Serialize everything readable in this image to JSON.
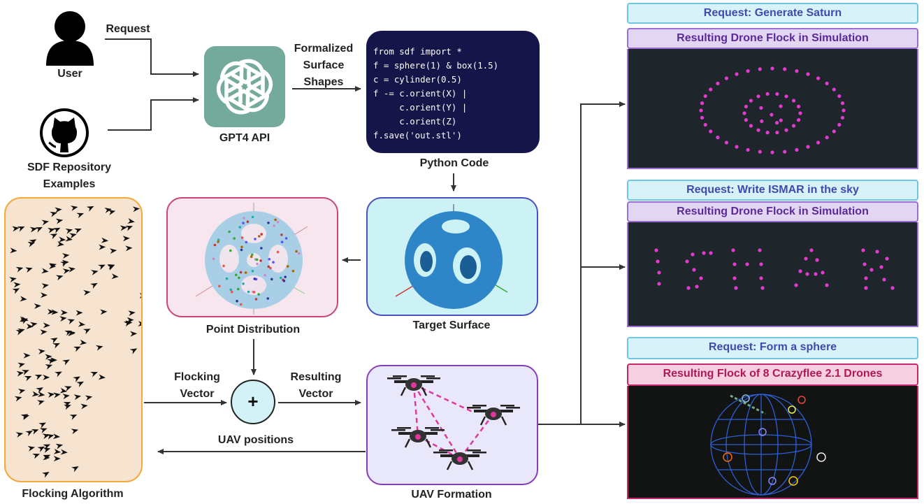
{
  "labels": {
    "request": "Request",
    "user": "User",
    "sdf_repo": "SDF Repository Examples",
    "gpt4": "GPT4 API",
    "formalized": "Formalized Surface Shapes",
    "python_code": "Python Code",
    "target_surface": "Target Surface",
    "point_distribution": "Point Distribution",
    "flocking_vector": "Flocking Vector",
    "resulting_vector": "Resulting Vector",
    "uav_positions": "UAV positions",
    "uav_formation": "UAV Formation",
    "flocking_algorithm": "Flocking Algorithm",
    "plus": "+"
  },
  "code_lines": [
    "from sdf import *",
    "f = sphere(1) & box(1.5)",
    "c = cylinder(0.5)",
    "f -= c.orient(X) |",
    "     c.orient(Y) |",
    "     c.orient(Z)",
    "f.save('out.stl')"
  ],
  "panels": [
    {
      "request": "Request: Generate Saturn",
      "result": "Resulting Drone Flock in Simulation"
    },
    {
      "request": "Request: Write ISMAR in the sky",
      "result": "Resulting Drone Flock in Simulation"
    },
    {
      "request": "Request: Form a sphere",
      "result": "Resulting Flock of 8 Crazyflee 2.1 Drones"
    }
  ],
  "colors": {
    "code_bg": "#15154a",
    "gpt_bg": "#74aa9c",
    "flock_bg": "#f7e4d0",
    "flock_border": "#f4a93b",
    "point_border": "#c8457a",
    "target_border": "#4b4fc3",
    "uav_border": "#8a3cb8",
    "drone_dot": "#e0389c"
  }
}
